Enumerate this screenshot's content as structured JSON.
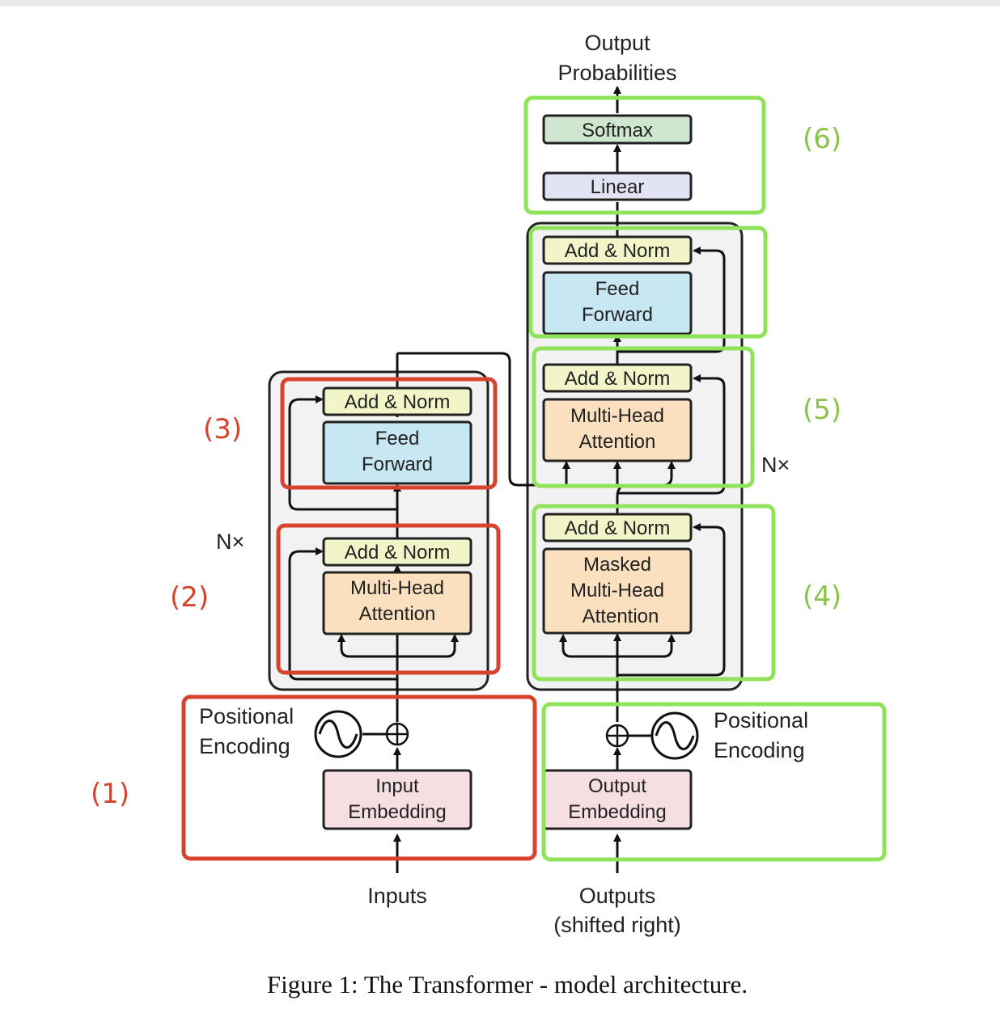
{
  "output_label": [
    "Output",
    "Probabilities"
  ],
  "inputs_label": "Inputs",
  "outputs_label": [
    "Outputs",
    "(shifted right)"
  ],
  "caption": "Figure 1: The Transformer - model architecture.",
  "nx_label": "N×",
  "positional_encoding": [
    "Positional",
    "Encoding"
  ],
  "encoder": {
    "add_norm": "Add & Norm",
    "feed_forward": [
      "Feed",
      "Forward"
    ],
    "attention": [
      "Multi-Head",
      "Attention"
    ],
    "embedding": [
      "Input",
      "Embedding"
    ]
  },
  "decoder": {
    "softmax": "Softmax",
    "linear": "Linear",
    "add_norm": "Add & Norm",
    "feed_forward": [
      "Feed",
      "Forward"
    ],
    "cross_attention": [
      "Multi-Head",
      "Attention"
    ],
    "masked_attention": [
      "Masked",
      "Multi-Head",
      "Attention"
    ],
    "embedding": [
      "Output",
      "Embedding"
    ]
  },
  "annotations": {
    "n1": "(1)",
    "n2": "(2)",
    "n3": "(3)",
    "n4": "(4)",
    "n5": "(5)",
    "n6": "(6)"
  },
  "colors": {
    "add_norm": "#f2f5c8",
    "feed_forward": "#c7e7f2",
    "attention": "#fbe0bf",
    "embedding": "#f5dfe2",
    "softmax": "#cfe6d0",
    "linear": "#e2e3f4",
    "stack_bg": "#f2f2f2",
    "highlight_red": "#d8432e",
    "highlight_green": "#8fe35a"
  }
}
